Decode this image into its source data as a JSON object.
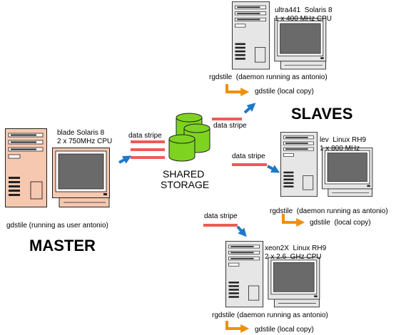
{
  "master": {
    "heading": "MASTER",
    "machine_line1": "blade Solaris 8",
    "machine_line2": "2 x 750MHz CPU",
    "process": "gdstile (running as user antonio)",
    "stripe_label": "data stripe"
  },
  "storage": {
    "line1": "SHARED",
    "line2": "STORAGE"
  },
  "slaves": {
    "heading": "SLAVES",
    "nodes": [
      {
        "line1": "ultra441  Solaris 8",
        "line2": "1 x 400 MHz CPU",
        "daemon": "rgdstile  (daemon running as antonio)",
        "local": "gdstile (local copy)",
        "stripe_label": "data stripe"
      },
      {
        "line1": "lev  Linux RH9",
        "line2": "1 x 800 MHz",
        "daemon": "rgdstile  (daemon running as antonio)",
        "local": "gdstile  (local copy)",
        "stripe_label": "data stripe"
      },
      {
        "line1": "xeon2X  Linux RH9",
        "line2": "2 x 2.6  GHz CPU",
        "daemon": "rgdstile (daemon running as antonio)",
        "local": "gdstile (local copy)",
        "stripe_label": "data stripe"
      }
    ]
  },
  "colors": {
    "master_pc": "#f6c8b0",
    "slave_pc": "#e6e6e6",
    "screen": "#6a6a6a",
    "stripe": "#ee5b55",
    "storage": "#7ed321",
    "blue_arrow": "#1f78c8",
    "orange_arrow": "#f0900a"
  },
  "icons": {
    "computer": "desktop-computer-icon",
    "storage": "database-cylinders-icon",
    "arrow": "arrow-icon"
  }
}
